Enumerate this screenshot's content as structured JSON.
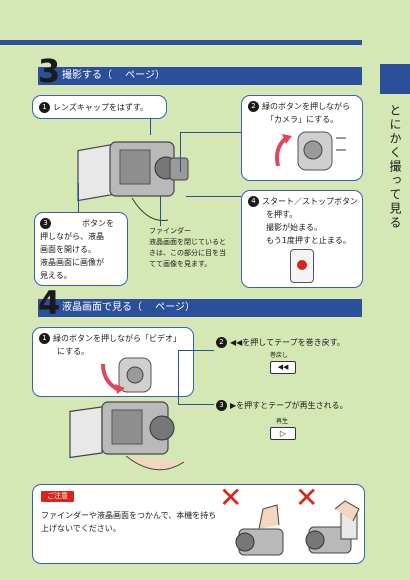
{
  "side_tab": {
    "label": "とにかく撮って見る"
  },
  "section1": {
    "number": "3",
    "title": "撮影する（　 ページ）",
    "step1": {
      "badge": "1",
      "text": "レンズキャップをはずす。"
    },
    "step2": {
      "badge": "2",
      "line1": "緑のボタンを押しながら",
      "line2": "「カメラ」にする。"
    },
    "step3": {
      "badge": "3",
      "line1": "ボタンを",
      "line2": "押しながら、液晶",
      "line3": "画面を開ける。",
      "line4": "液晶画面に画像が",
      "line5": "見える。"
    },
    "step4": {
      "badge": "4",
      "line1": "スタート／ストップボタン",
      "line2": "を押す。",
      "line3": "撮影が始まる。",
      "line4": "もう1度押すと止まる。"
    },
    "finder_note": {
      "line1": "ファインダー",
      "line2": "液晶画面を閉じていると",
      "line3": "きは、この部分に目を当",
      "line4": "てて画像を見ます。"
    }
  },
  "section2": {
    "number": "4",
    "title": "液晶画面で見る（　 ページ）",
    "step1": {
      "badge": "1",
      "line1": "緑のボタンを押しながら「ビデオ」",
      "line2": "にする。"
    },
    "step2": {
      "badge": "2",
      "text": "◀◀を押してテープを巻き戻す。",
      "key_caption": "巻戻し",
      "key_symbol": "◀◀"
    },
    "step3": {
      "badge": "3",
      "text": "▶を押すとテープが再生される。",
      "key_caption": "再生",
      "key_symbol": "▷"
    }
  },
  "caution": {
    "tag": "ご注意",
    "line1": "ファインダーや液晶画面をつかんで、本機を持ち",
    "line2": "上げないでください。",
    "mark": "✕"
  },
  "colors": {
    "accent": "#2c4f9c",
    "background": "#d4e7b4",
    "caution_red": "#d9261c"
  }
}
